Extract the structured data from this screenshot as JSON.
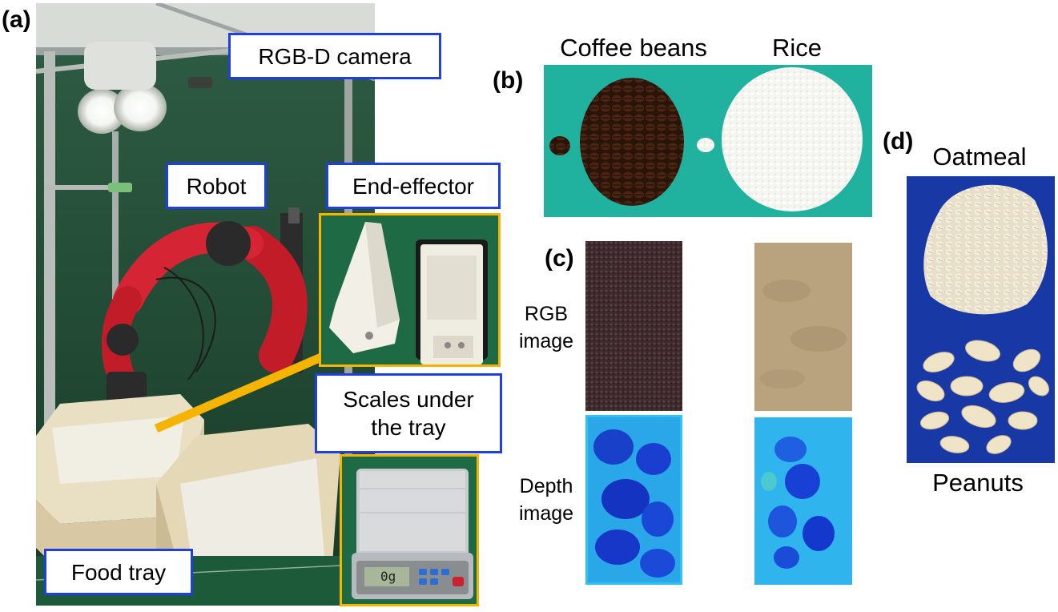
{
  "panels": {
    "a": "(a)",
    "b": "(b)",
    "c": "(c)",
    "d": "(d)"
  },
  "callouts": {
    "camera": "RGB-D camera",
    "robot": "Robot",
    "end_effector": "End-effector",
    "scales_line1": "Scales under",
    "scales_line2": "the tray",
    "food_tray": "Food tray"
  },
  "panel_b": {
    "left": "Coffee beans",
    "right": "Rice"
  },
  "panel_c": {
    "rgb_line1": "RGB",
    "rgb_line2": "image",
    "depth_line1": "Depth",
    "depth_line2": "image"
  },
  "panel_d": {
    "top": "Oatmeal",
    "bottom": "Peanuts"
  },
  "scale_display": "0g",
  "colors": {
    "callout_border": "#1f3fe0",
    "highlight_border": "#f5b400",
    "teal": "#1fb0a0",
    "blue_bg": "#1838a8"
  }
}
